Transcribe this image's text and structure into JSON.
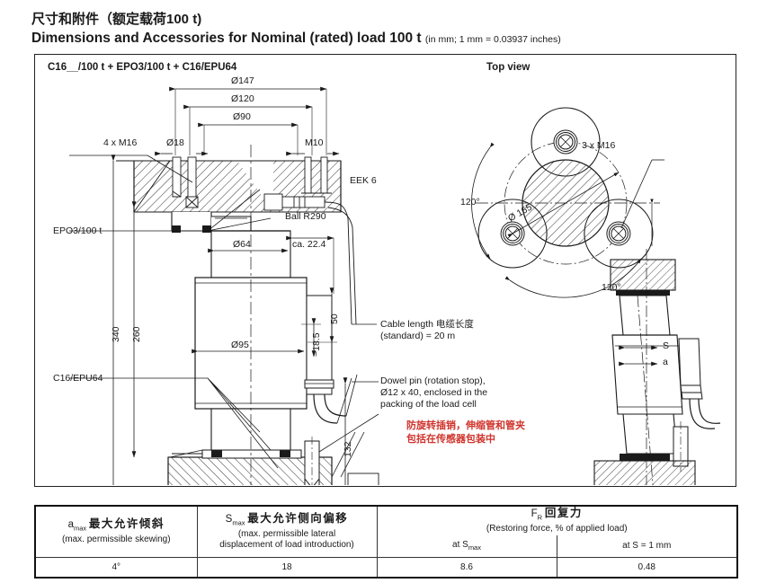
{
  "header": {
    "title_cn": "尺寸和附件（额定载荷100 t)",
    "title_en_main": "Dimensions and Accessories for Nominal (rated) load 100 t",
    "title_en_sub": "(in mm; 1 mm = 0.03937 inches)"
  },
  "drawing": {
    "main_view_title": "C16__/100 t + EPO3/100 t + C16/EPU64",
    "top_view_title": "Top view",
    "labels": {
      "dia147": "Ø147",
      "dia120": "Ø120",
      "dia90": "Ø90",
      "dia18": "Ø18",
      "dia64": "Ø64",
      "dia95": "Ø95",
      "m10": "M10",
      "m16_4x": "4 x M16",
      "m16_3x": "3 x M16",
      "eek6": "EEK 6",
      "ball_r290": "Ball R290",
      "ca224": "ca. 22.4",
      "epo3": "EPO3/100 t",
      "epu64": "C16/EPU64",
      "d340": "340",
      "d260": "260",
      "d50": "50",
      "d185": "~18.5",
      "d132": "132",
      "dia165": "Ø 165",
      "angle120_a": "120°",
      "angle120_b": "120°",
      "s_label": "S",
      "a_label": "a",
      "cable_line1": "Cable length 电缆长度",
      "cable_line2": "(standard) = 20 m",
      "dowel_line1": "Dowel pin (rotation stop),",
      "dowel_line2": "Ø12 x 40, enclosed in the",
      "dowel_line3": "packing of the load cell",
      "dowel_cn_line1": "防旋转插销，伸缩管和管夹",
      "dowel_cn_line2": "包括在传感器包装中"
    }
  },
  "table": {
    "col1": {
      "symbol": "a",
      "symbol_sub": "max",
      "cn": "最大允许倾斜",
      "en": "(max. permissible skewing)",
      "value": "4°"
    },
    "col2": {
      "symbol": "S",
      "symbol_sub": "max",
      "cn": "最大允许侧向偏移",
      "en_line1": "(max. permissible lateral",
      "en_line2": "displacement of load introduction)",
      "value": "18"
    },
    "col3": {
      "symbol": "F",
      "symbol_sub": "R",
      "cn": "回复力",
      "en": "(Restoring force, % of applied load)",
      "sub_col_a": "at S",
      "sub_col_a_sub": "max",
      "sub_col_b": "at S = 1 mm",
      "value_a": "8.6",
      "value_b": "0.48"
    }
  },
  "colors": {
    "ink": "#1a1a1a",
    "accent_red": "#d0342c",
    "frame": "#222222"
  }
}
